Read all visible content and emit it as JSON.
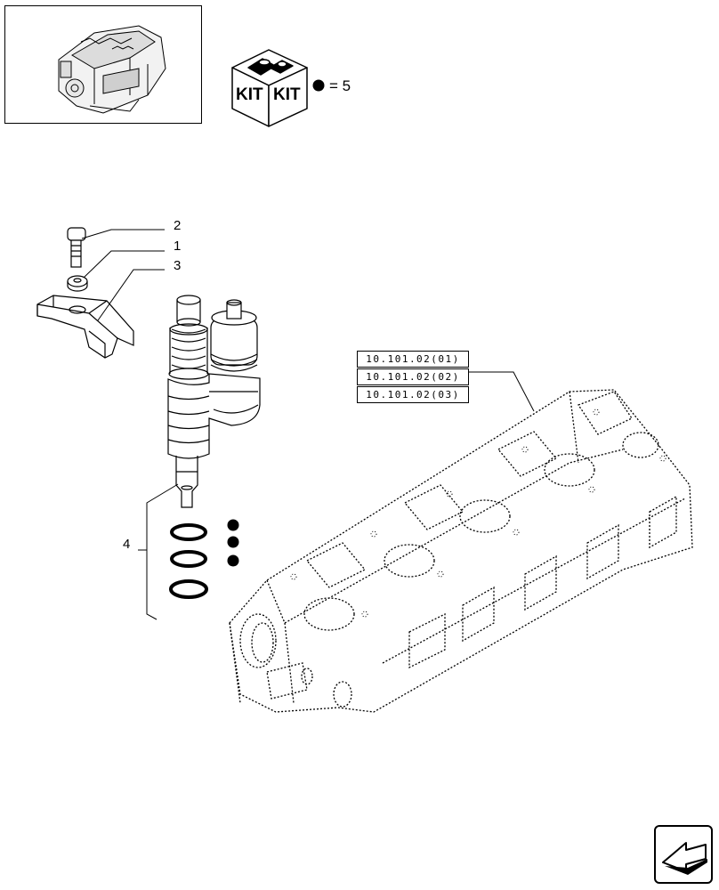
{
  "kit": {
    "labels": [
      "KIT",
      "KIT"
    ],
    "quantity_text": "= 5"
  },
  "callouts": [
    "2",
    "1",
    "3",
    "4"
  ],
  "references": [
    "10.101.02(01)",
    "10.101.02(02)",
    "10.101.02(03)"
  ],
  "icons": {
    "thumbnail": "engine-thumbnail-icon",
    "kit": "kit-box-icon",
    "bullet": "filled-dot-icon",
    "nav": "next-page-arrow-icon"
  }
}
